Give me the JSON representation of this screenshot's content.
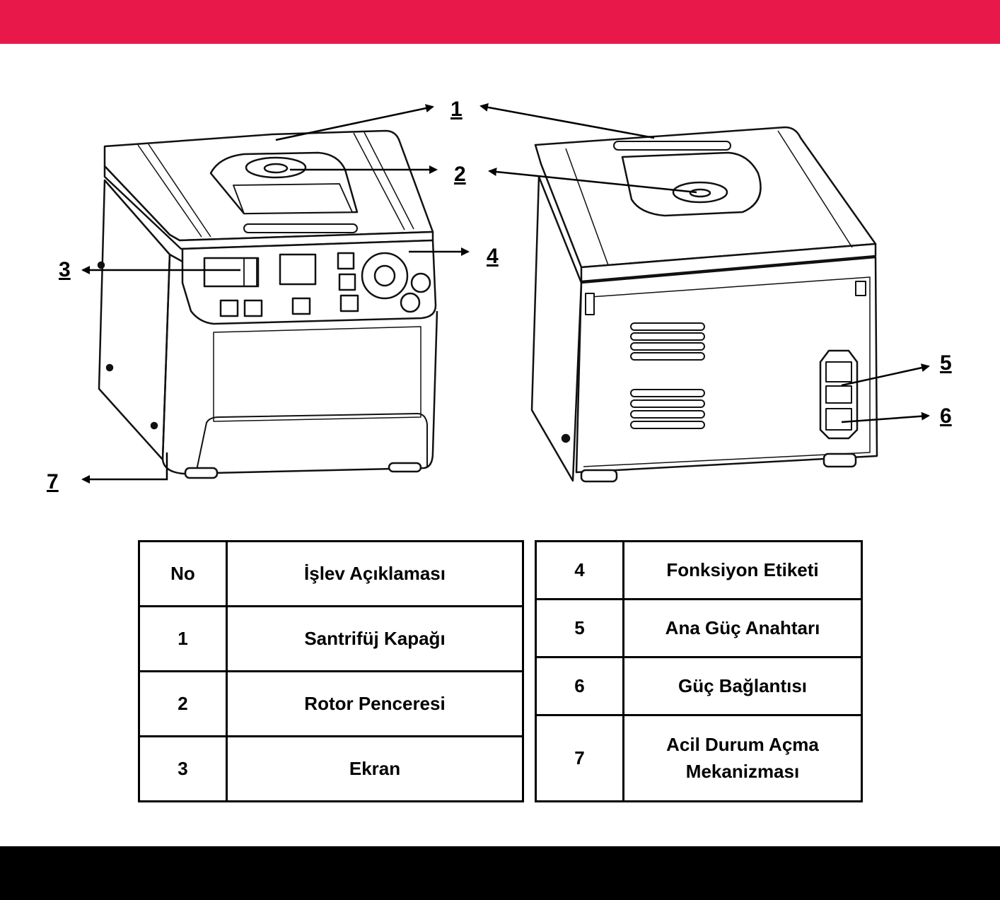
{
  "colors": {
    "top_bar": "#e8194a",
    "bottom_bar": "#000000",
    "line": "#111111"
  },
  "callouts": [
    "1",
    "2",
    "3",
    "4",
    "5",
    "6",
    "7"
  ],
  "legend_left": {
    "header": {
      "no": "No",
      "desc": "İşlev Açıklaması"
    },
    "rows": [
      {
        "no": "1",
        "desc": "Santrifüj Kapağı"
      },
      {
        "no": "2",
        "desc": "Rotor Penceresi"
      },
      {
        "no": "3",
        "desc": "Ekran"
      }
    ]
  },
  "legend_right": {
    "rows": [
      {
        "no": "4",
        "desc": "Fonksiyon Etiketi"
      },
      {
        "no": "5",
        "desc": "Ana Güç Anahtarı"
      },
      {
        "no": "6",
        "desc": "Güç Bağlantısı"
      },
      {
        "no": "7",
        "desc": "Acil Durum Açma Mekanizması"
      }
    ]
  }
}
